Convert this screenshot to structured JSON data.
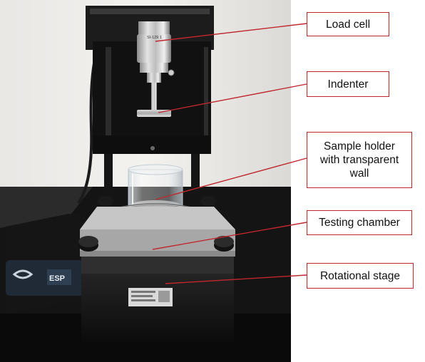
{
  "figure": {
    "labels": {
      "load_cell": "Load cell",
      "indenter": "Indenter",
      "sample_holder_line1": "Sample holder",
      "sample_holder_line2": "with transparent",
      "sample_holder_line3": "wall",
      "testing_chamber": "Testing chamber",
      "rotational_stage": "Rotational stage"
    },
    "device_text": {
      "load_cell_tag": "SI-129 1",
      "brand": "ESP"
    },
    "colors": {
      "leader_line": "#c0272d",
      "label_border": "#c0272d"
    }
  }
}
